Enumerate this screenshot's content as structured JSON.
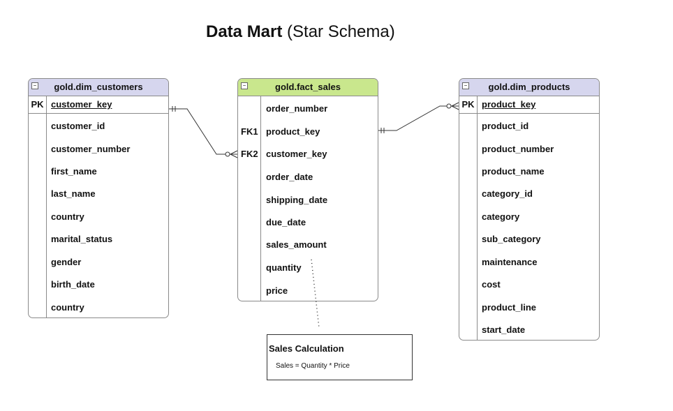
{
  "title": {
    "bold": "Data Mart",
    "rest": " (Star Schema)"
  },
  "collapse_glyph": "−",
  "customers": {
    "header": "gold.dim_customers",
    "pk_label": "PK",
    "pk_name": "customer_key",
    "fields": [
      "customer_id",
      "customer_number",
      "first_name",
      "last_name",
      "country",
      "marital_status",
      "gender",
      "birth_date",
      "country"
    ]
  },
  "sales": {
    "header": "gold.fact_sales",
    "header_color": "#c9e78d",
    "fields": [
      "order_number",
      "product_key",
      "customer_key",
      "order_date",
      "shipping_date",
      "due_date",
      "sales_amount",
      "quantity",
      "price"
    ],
    "fk1": "FK1",
    "fk2": "FK2"
  },
  "products": {
    "header": "gold.dim_products",
    "pk_label": "PK",
    "pk_name": "product_key",
    "fields": [
      "product_id",
      "product_number",
      "product_name",
      "category_id",
      "category",
      "sub_category",
      "maintenance",
      "cost",
      "product_line",
      "start_date"
    ]
  },
  "dim_header_color": "#d6d6ee",
  "note": {
    "title": "Sales Calculation",
    "body": "Sales = Quantity * Price"
  }
}
